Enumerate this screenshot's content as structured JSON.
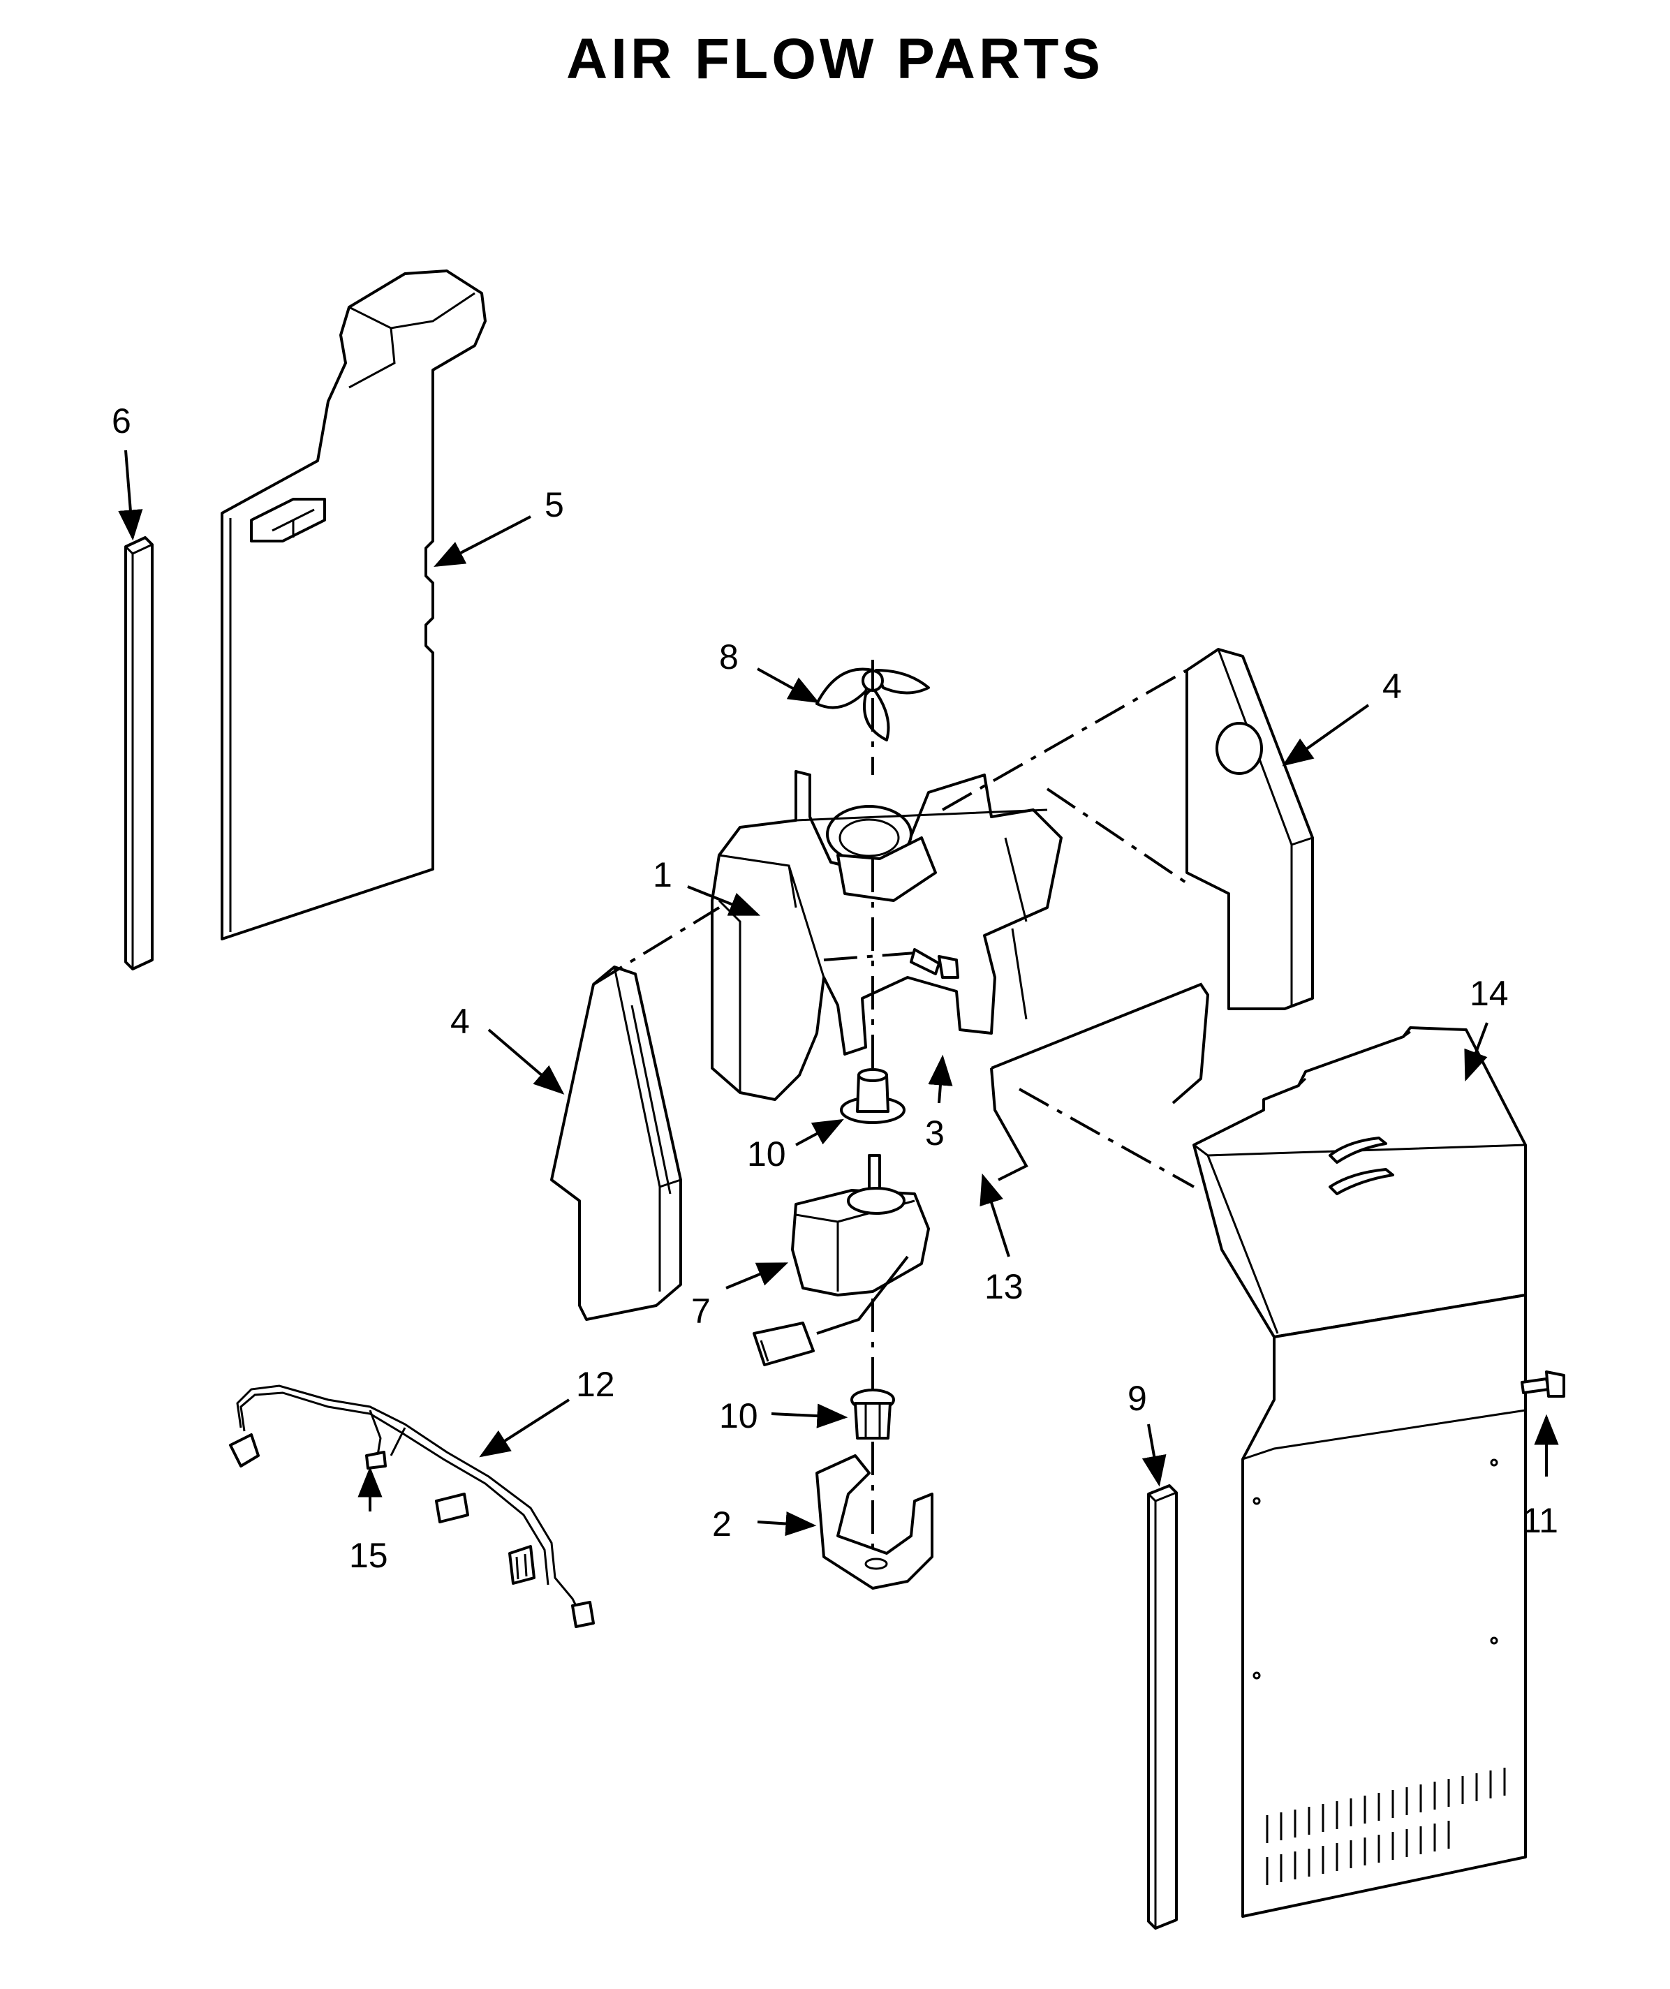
{
  "title": "AIR FLOW PARTS",
  "callouts": {
    "c1": "1",
    "c2": "2",
    "c3": "3",
    "c4a": "4",
    "c4b": "4",
    "c5": "5",
    "c6": "6",
    "c7": "7",
    "c8": "8",
    "c9": "9",
    "c10a": "10",
    "c10b": "10",
    "c11": "11",
    "c12": "12",
    "c13": "13",
    "c14": "14",
    "c15": "15"
  },
  "colors": {
    "line": "#000000",
    "background": "#ffffff",
    "shade": "#8a8a8a"
  }
}
